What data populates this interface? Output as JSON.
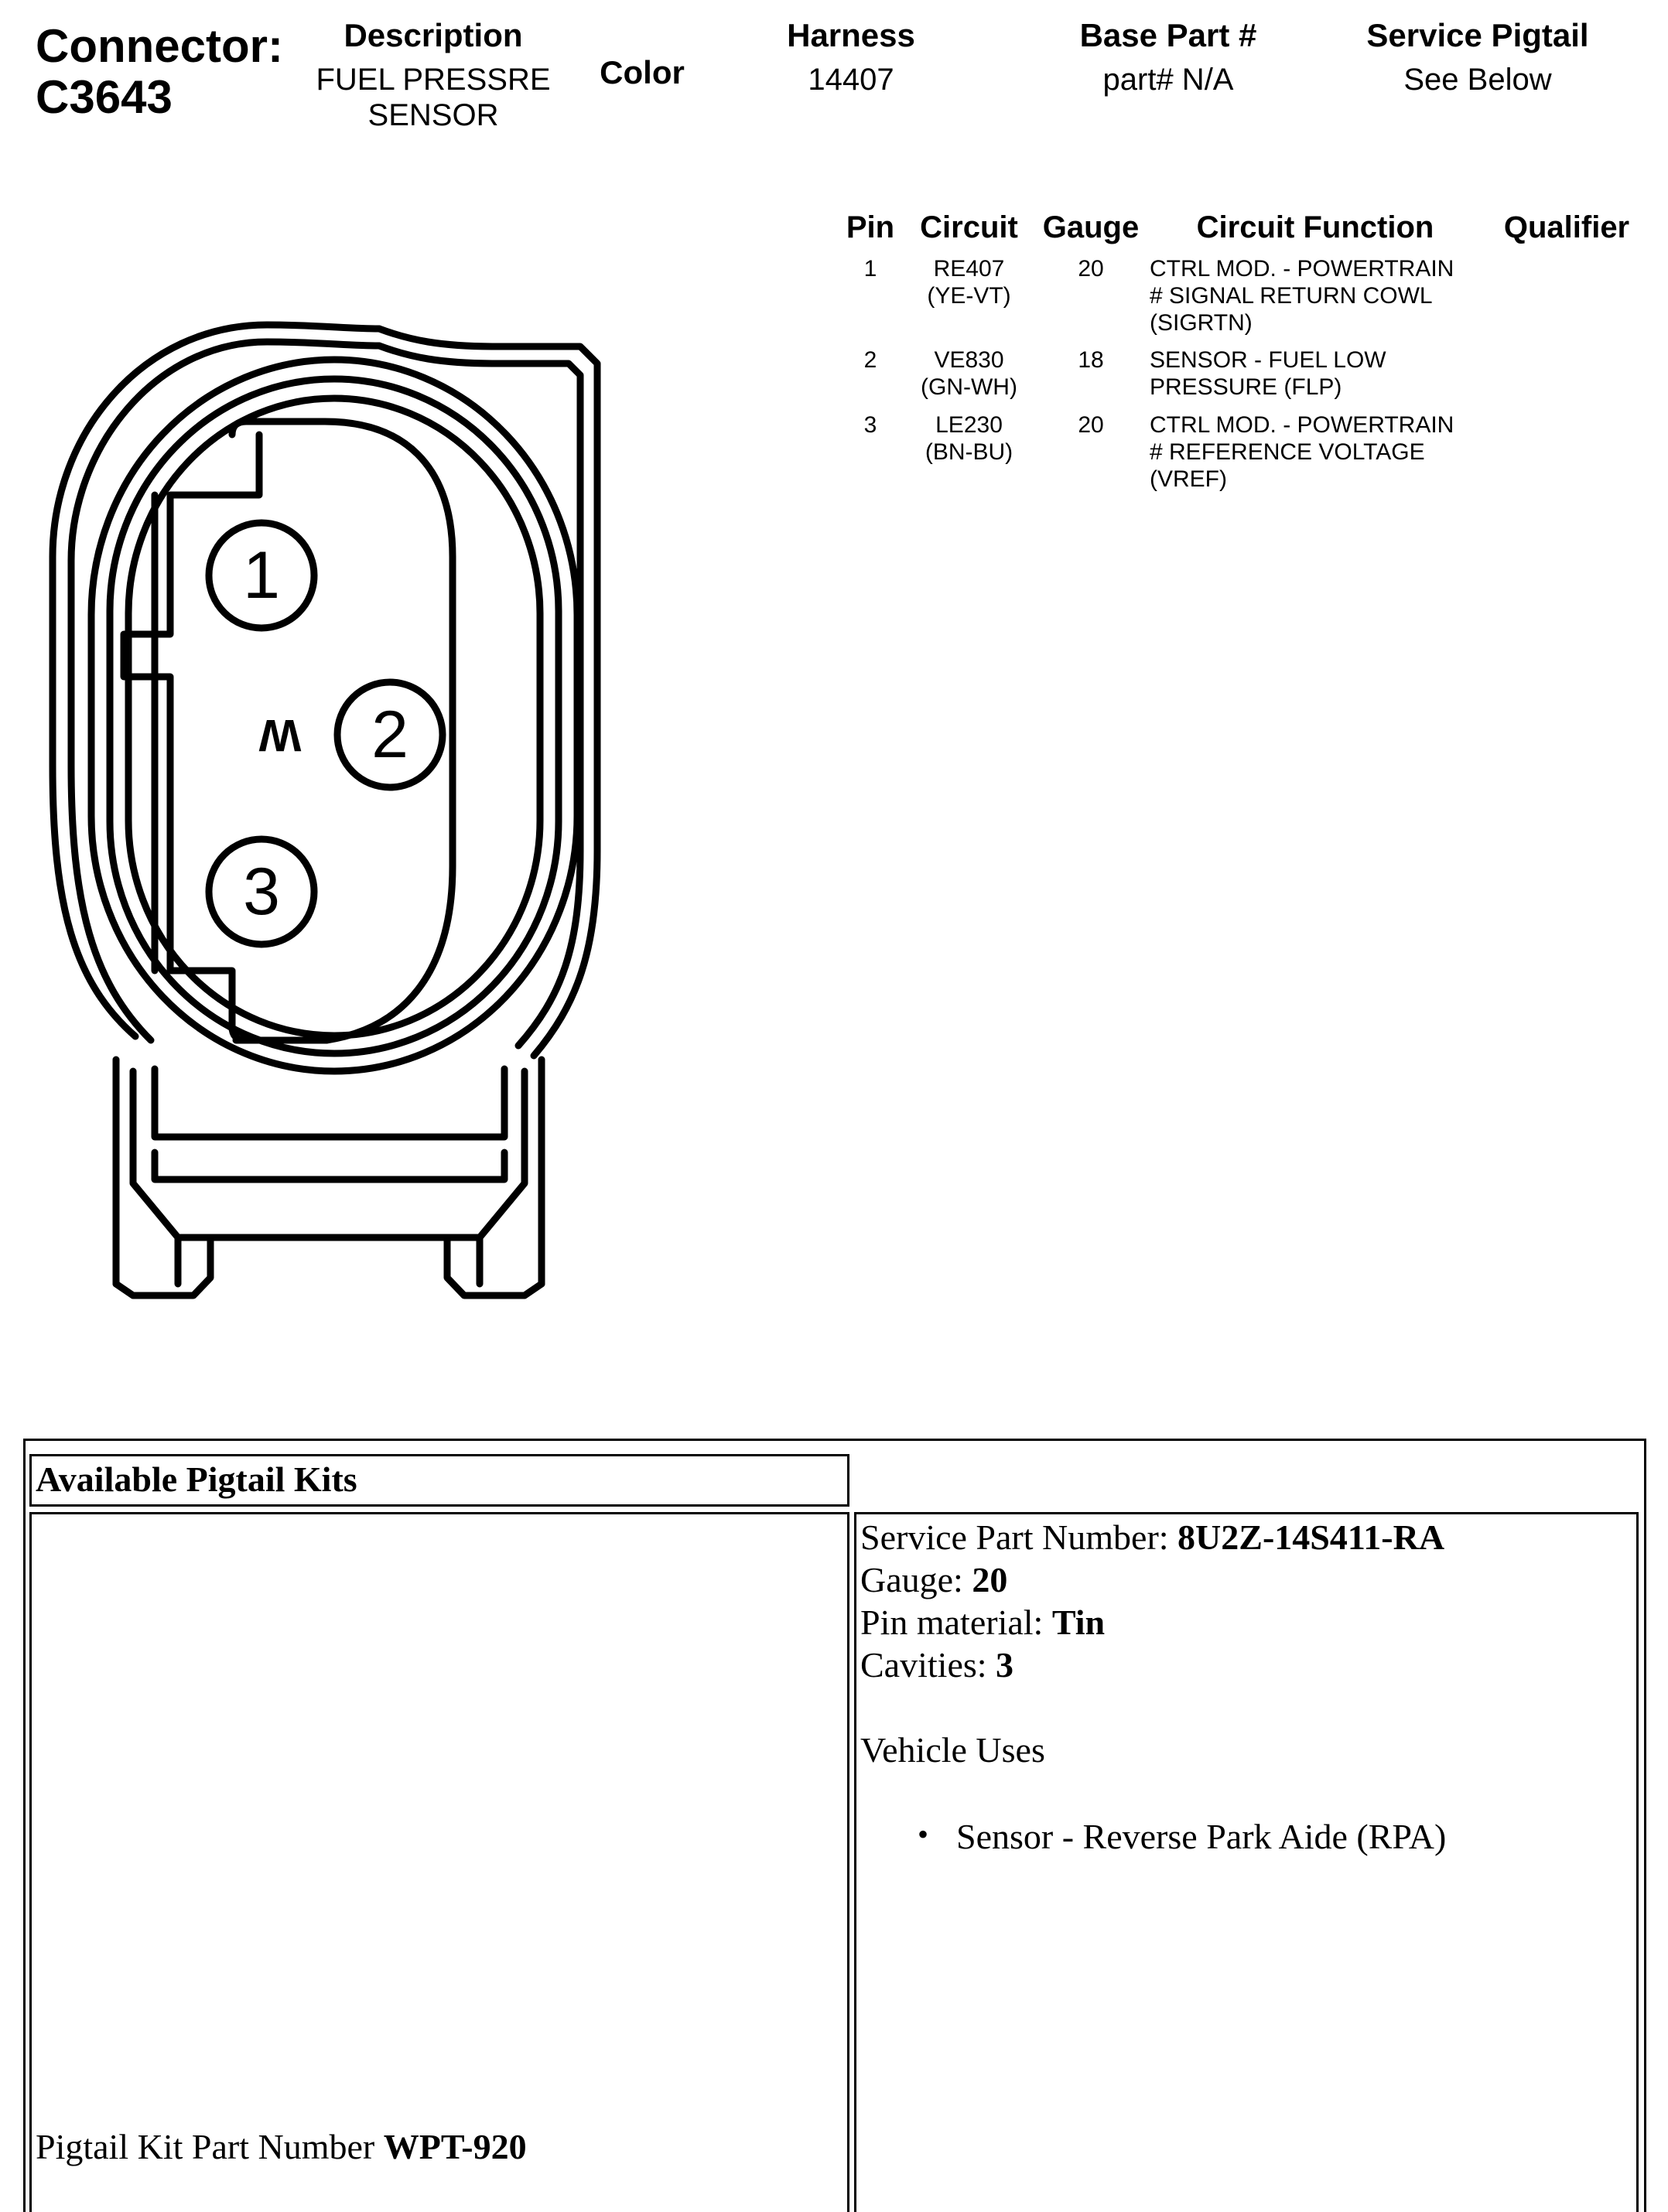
{
  "header": {
    "connector_label": "Connector:",
    "connector_id": "C3643",
    "description_label": "Description",
    "description_line1": "FUEL PRESSRE",
    "description_line2": "SENSOR",
    "color_label": "Color",
    "harness_label": "Harness",
    "harness_value": "14407",
    "base_part_label": "Base Part #",
    "base_part_value": "part# N/A",
    "service_pigtail_label": "Service Pigtail",
    "service_pigtail_value": "See Below"
  },
  "pin_table": {
    "columns": [
      "Pin",
      "Circuit",
      "Gauge",
      "Circuit Function",
      "Qualifier"
    ],
    "rows": [
      {
        "pin": "1",
        "circuit": "RE407",
        "circuit_color": "(YE-VT)",
        "gauge": "20",
        "function": [
          "CTRL MOD. - POWERTRAIN",
          "# SIGNAL RETURN COWL",
          "(SIGRTN)"
        ],
        "qualifier": ""
      },
      {
        "pin": "2",
        "circuit": "VE830",
        "circuit_color": "(GN-WH)",
        "gauge": "18",
        "function": [
          "SENSOR - FUEL LOW",
          "PRESSURE (FLP)"
        ],
        "qualifier": ""
      },
      {
        "pin": "3",
        "circuit": "LE230",
        "circuit_color": "(BN-BU)",
        "gauge": "20",
        "function": [
          "CTRL MOD. - POWERTRAIN",
          "# REFERENCE VOLTAGE",
          "(VREF)"
        ],
        "qualifier": ""
      }
    ]
  },
  "diagram": {
    "pins": [
      "1",
      "2",
      "3"
    ],
    "key_mark": "W"
  },
  "pigtail": {
    "title": "Available Pigtail Kits",
    "kit_part_label": "Pigtail Kit Part Number ",
    "kit_part_value": "WPT-920",
    "service_part_label": "Service Part Number: ",
    "service_part_value": "8U2Z-14S411-RA",
    "gauge_label": "Gauge: ",
    "gauge_value": "20",
    "pin_material_label": "Pin material: ",
    "pin_material_value": "Tin",
    "cavities_label": "Cavities: ",
    "cavities_value": "3",
    "vehicle_uses_label": "Vehicle Uses",
    "vehicle_uses": [
      "Sensor - Reverse Park Aide (RPA)"
    ]
  }
}
